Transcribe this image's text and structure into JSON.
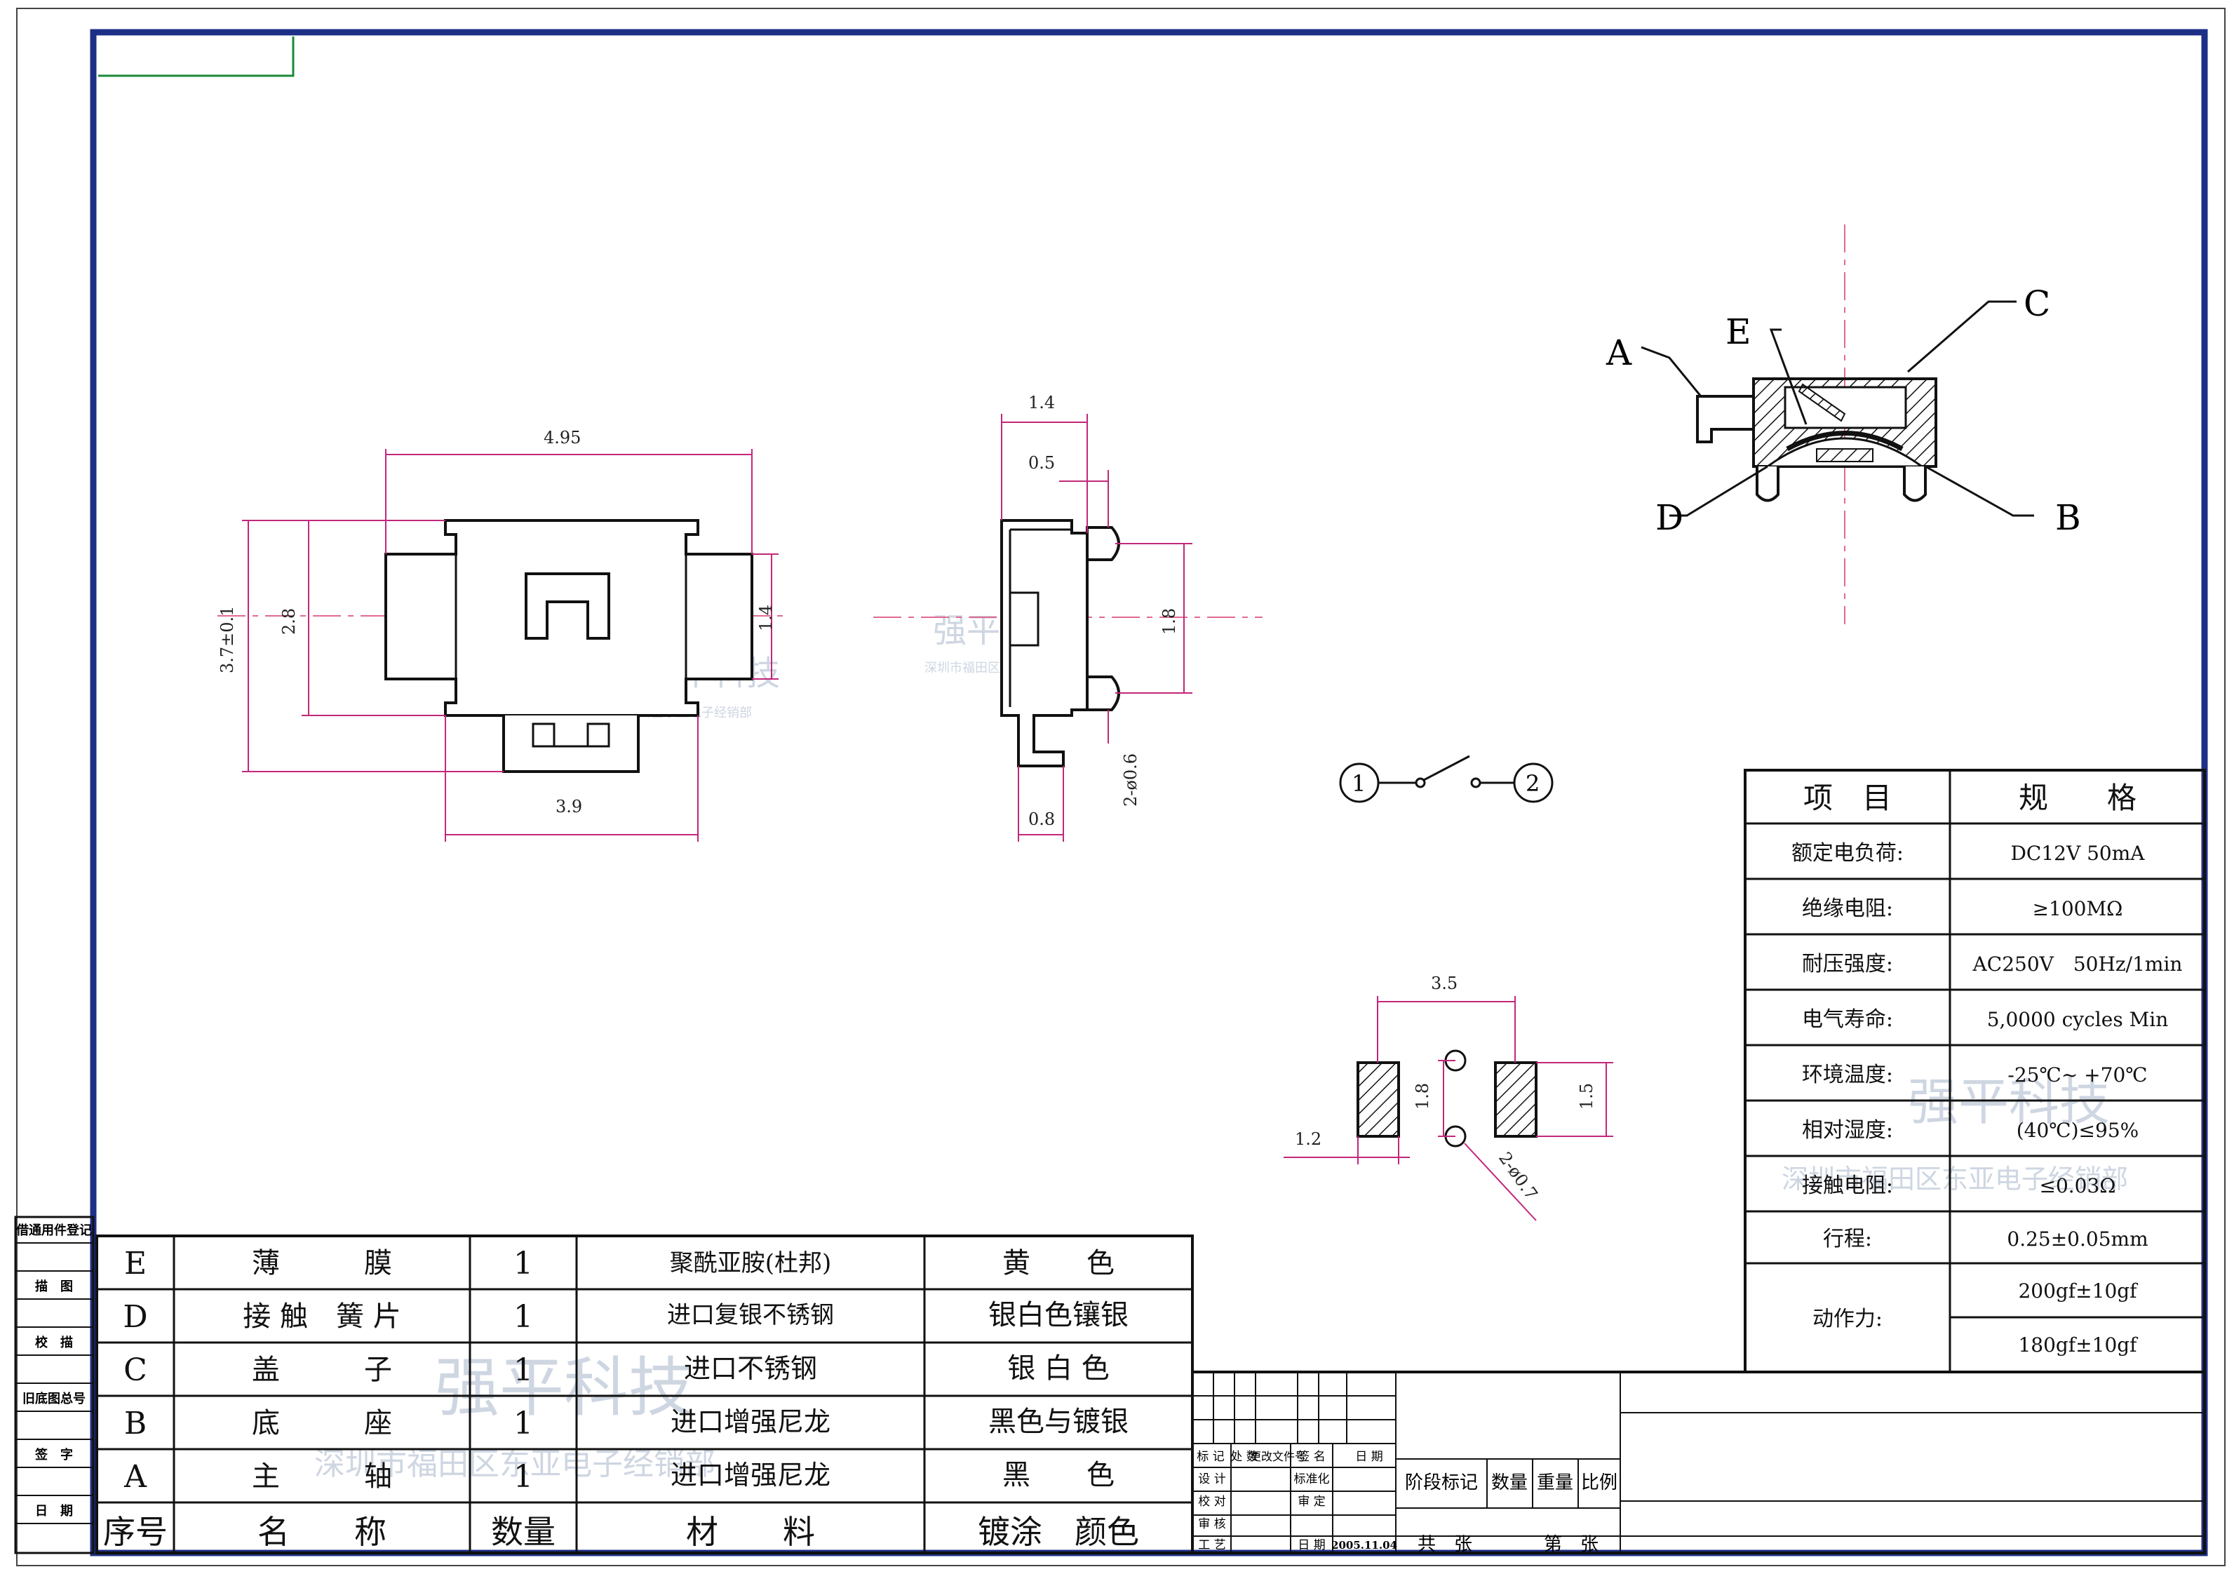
{
  "colors": {
    "frame": "#1d2f86",
    "line": "#111111",
    "dimension": "#c2277a",
    "centerline": "#e06a92",
    "watermark": "#c9d2df"
  },
  "dimensions": {
    "top_width": "4.95",
    "body_height": "3.7±0.1",
    "inner_height": "2.8",
    "knob_height": "1.4",
    "bottom_width": "3.9",
    "side_top": "1.4",
    "side_mid": "0.5",
    "side_height": "1.8",
    "side_pin": "2-ø0.6",
    "side_bottom": "0.8",
    "pad_span": "3.5",
    "pad_height_left": "1.8",
    "pad_height_right": "1.5",
    "pad_width": "1.2",
    "pad_holes": "2-ø0.7"
  },
  "callouts": {
    "a": "A",
    "b": "B",
    "c": "C",
    "d": "D",
    "e": "E"
  },
  "schematic": {
    "pin1": "1",
    "pin2": "2"
  },
  "spec_table": {
    "header": {
      "item": "项　目",
      "spec": "规　　格"
    },
    "rows": [
      {
        "label": "额定电负荷:",
        "value": "DC12V 50mA"
      },
      {
        "label": "绝缘电阻:",
        "value": "≥100MΩ"
      },
      {
        "label": "耐压强度:",
        "value": "AC250V　50Hz/1min"
      },
      {
        "label": "电气寿命:",
        "value": "5,0000 cycles Min"
      },
      {
        "label": "环境温度:",
        "value": "-25℃~ +70℃"
      },
      {
        "label": "相对湿度:",
        "value": "(40℃)≤95%"
      },
      {
        "label": "接触电阻:",
        "value": "≤0.03Ω"
      },
      {
        "label": "行程:",
        "value": "0.25±0.05mm"
      }
    ],
    "force_label": "动作力:",
    "force_values": [
      "200gf±10gf",
      "180gf±10gf"
    ]
  },
  "parts_table": {
    "rows": [
      {
        "no": "E",
        "name": "薄　　　膜",
        "qty": "1",
        "material": "聚酰亚胺(杜邦)",
        "finish": "黄　　色"
      },
      {
        "no": "D",
        "name": "接 触　簧 片",
        "qty": "1",
        "material": "进口复银不锈钢",
        "finish": "银白色镶银"
      },
      {
        "no": "C",
        "name": "盖　　　子",
        "qty": "1",
        "material": "进口不锈钢",
        "finish": "银 白 色"
      },
      {
        "no": "B",
        "name": "底　　　座",
        "qty": "1",
        "material": "进口增强尼龙",
        "finish": "黑色与镀银"
      },
      {
        "no": "A",
        "name": "主　　　轴",
        "qty": "1",
        "material": "进口增强尼龙",
        "finish": "黑　　色"
      }
    ],
    "header": {
      "no": "序号",
      "name": "名　　称",
      "qty": "数量",
      "material": "材　　料",
      "finish": "镀涂　颜色"
    }
  },
  "side_register": [
    "借通用件登记",
    "描　图",
    "校　描",
    "旧底图总号",
    "签　字",
    "日　期"
  ],
  "title_block": {
    "row1": [
      "标 记",
      "处 数",
      "更改文件号",
      "签 名",
      "日 期"
    ],
    "design": "设 计",
    "standard": "标准化",
    "check": "校 对",
    "audit": "审 核",
    "approve": "审 定",
    "process": "工 艺",
    "date_label": "日 期",
    "date_value": "2005.11.04",
    "stage": "阶段标记",
    "quantity": "数量",
    "weight": "重量",
    "scale": "比例",
    "total": "共　张",
    "sheet": "第　张"
  },
  "watermark": {
    "name": "强平科技",
    "address": "深圳市福田区东亚电子经销部"
  }
}
